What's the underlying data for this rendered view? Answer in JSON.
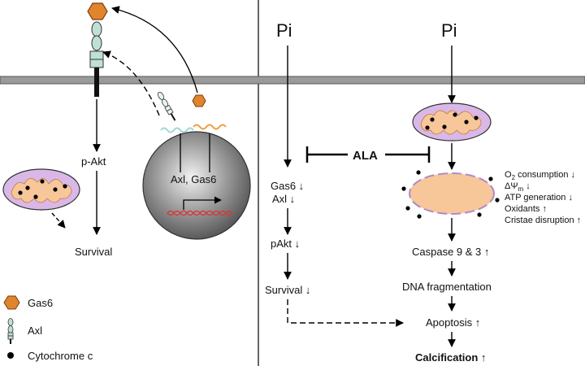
{
  "left_panel": {
    "p_akt": "p-Akt",
    "survival": "Survival",
    "nucleus_label": "Axl, Gas6"
  },
  "legend": {
    "gas6": "Gas6",
    "axl": "Axl",
    "cytochrome": "Cytochrome c"
  },
  "middle_column": {
    "pi": "Pi",
    "gas6_axl_line1": "Gas6 ↓",
    "gas6_axl_line2": "Axl ↓",
    "pakt": "pAkt ↓",
    "survival": "Survival ↓"
  },
  "right_column": {
    "pi": "Pi",
    "ala": "ALA",
    "effects": {
      "o2_prefix": "O",
      "o2_sub": "2",
      "o2_suffix": " consumption ↓",
      "psi_prefix": "ΔΨ",
      "psi_sub": "m",
      "psi_suffix": " ↓",
      "atp": "ATP generation ↓",
      "oxidants": "Oxidants ↑",
      "cristae": "Cristae disruption ↑"
    },
    "caspase": "Caspase 9 & 3 ↑",
    "dna": "DNA fragmentation",
    "apoptosis": "Apoptosis ↑",
    "calcification": "Calcification ↑"
  },
  "colors": {
    "gas6_fill": "#e0852e",
    "axl_fill": "#bfe0d6",
    "mito_fill": "#d9b8e8",
    "cristae_fill": "#f7c79a",
    "membrane": "#9a9a9a"
  }
}
